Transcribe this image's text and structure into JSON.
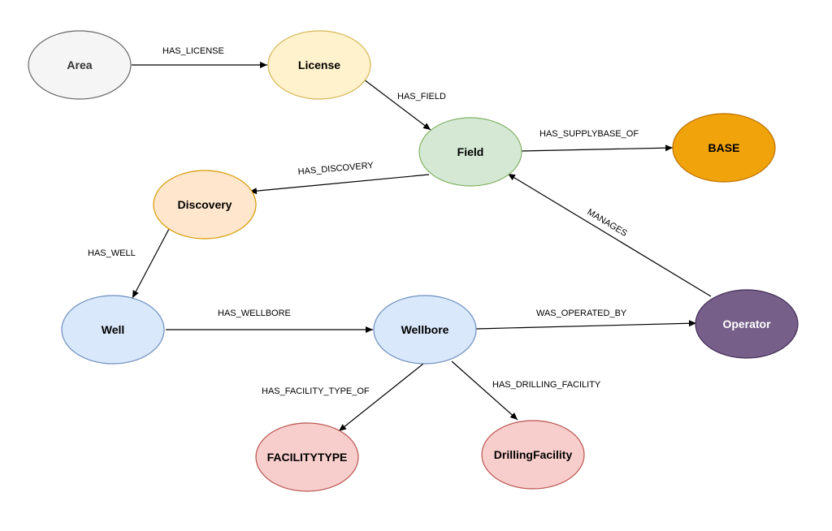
{
  "nodes": {
    "area": {
      "label": "Area",
      "fill": "#f5f5f5",
      "stroke": "#666666",
      "text_color": "#333333"
    },
    "license": {
      "label": "License",
      "fill": "#fff2cc",
      "stroke": "#d6b656",
      "text_color": "#000000"
    },
    "field": {
      "label": "Field",
      "fill": "#d5e8d4",
      "stroke": "#82b366",
      "text_color": "#000000"
    },
    "base": {
      "label": "BASE",
      "fill": "#f0a30a",
      "stroke": "#bd7000",
      "text_color": "#000000"
    },
    "discovery": {
      "label": "Discovery",
      "fill": "#ffe6cc",
      "stroke": "#d79b00",
      "text_color": "#000000"
    },
    "well": {
      "label": "Well",
      "fill": "#dae8fc",
      "stroke": "#6c8ebf",
      "text_color": "#000000"
    },
    "wellbore": {
      "label": "Wellbore",
      "fill": "#dae8fc",
      "stroke": "#6c8ebf",
      "text_color": "#000000"
    },
    "operator": {
      "label": "Operator",
      "fill": "#76608a",
      "stroke": "#432d57",
      "text_color": "#ffffff"
    },
    "facilitytype": {
      "label": "FACILITYTYPE",
      "fill": "#f8cecc",
      "stroke": "#b85450",
      "text_color": "#000000"
    },
    "drillingfacility": {
      "label": "DrillingFacility",
      "fill": "#f8cecc",
      "stroke": "#b85450",
      "text_color": "#000000"
    }
  },
  "edges": {
    "has_license": {
      "label": "HAS_LICENSE",
      "from": "area",
      "to": "license"
    },
    "has_field": {
      "label": "HAS_FIELD",
      "from": "license",
      "to": "field"
    },
    "has_supplybase_of": {
      "label": "HAS_SUPPLYBASE_OF",
      "from": "field",
      "to": "base"
    },
    "has_discovery": {
      "label": "HAS_DISCOVERY",
      "from": "field",
      "to": "discovery"
    },
    "manages": {
      "label": "MANAGES",
      "from": "operator",
      "to": "field"
    },
    "has_well": {
      "label": "HAS_WELL",
      "from": "discovery",
      "to": "well"
    },
    "has_wellbore": {
      "label": "HAS_WELLBORE",
      "from": "well",
      "to": "wellbore"
    },
    "was_operated_by": {
      "label": "WAS_OPERATED_BY",
      "from": "wellbore",
      "to": "operator"
    },
    "has_facility_type_of": {
      "label": "HAS_FACILITY_TYPE_OF",
      "from": "wellbore",
      "to": "facilitytype"
    },
    "has_drilling_facility": {
      "label": "HAS_DRILLING_FACILITY",
      "from": "wellbore",
      "to": "drillingfacility"
    }
  }
}
